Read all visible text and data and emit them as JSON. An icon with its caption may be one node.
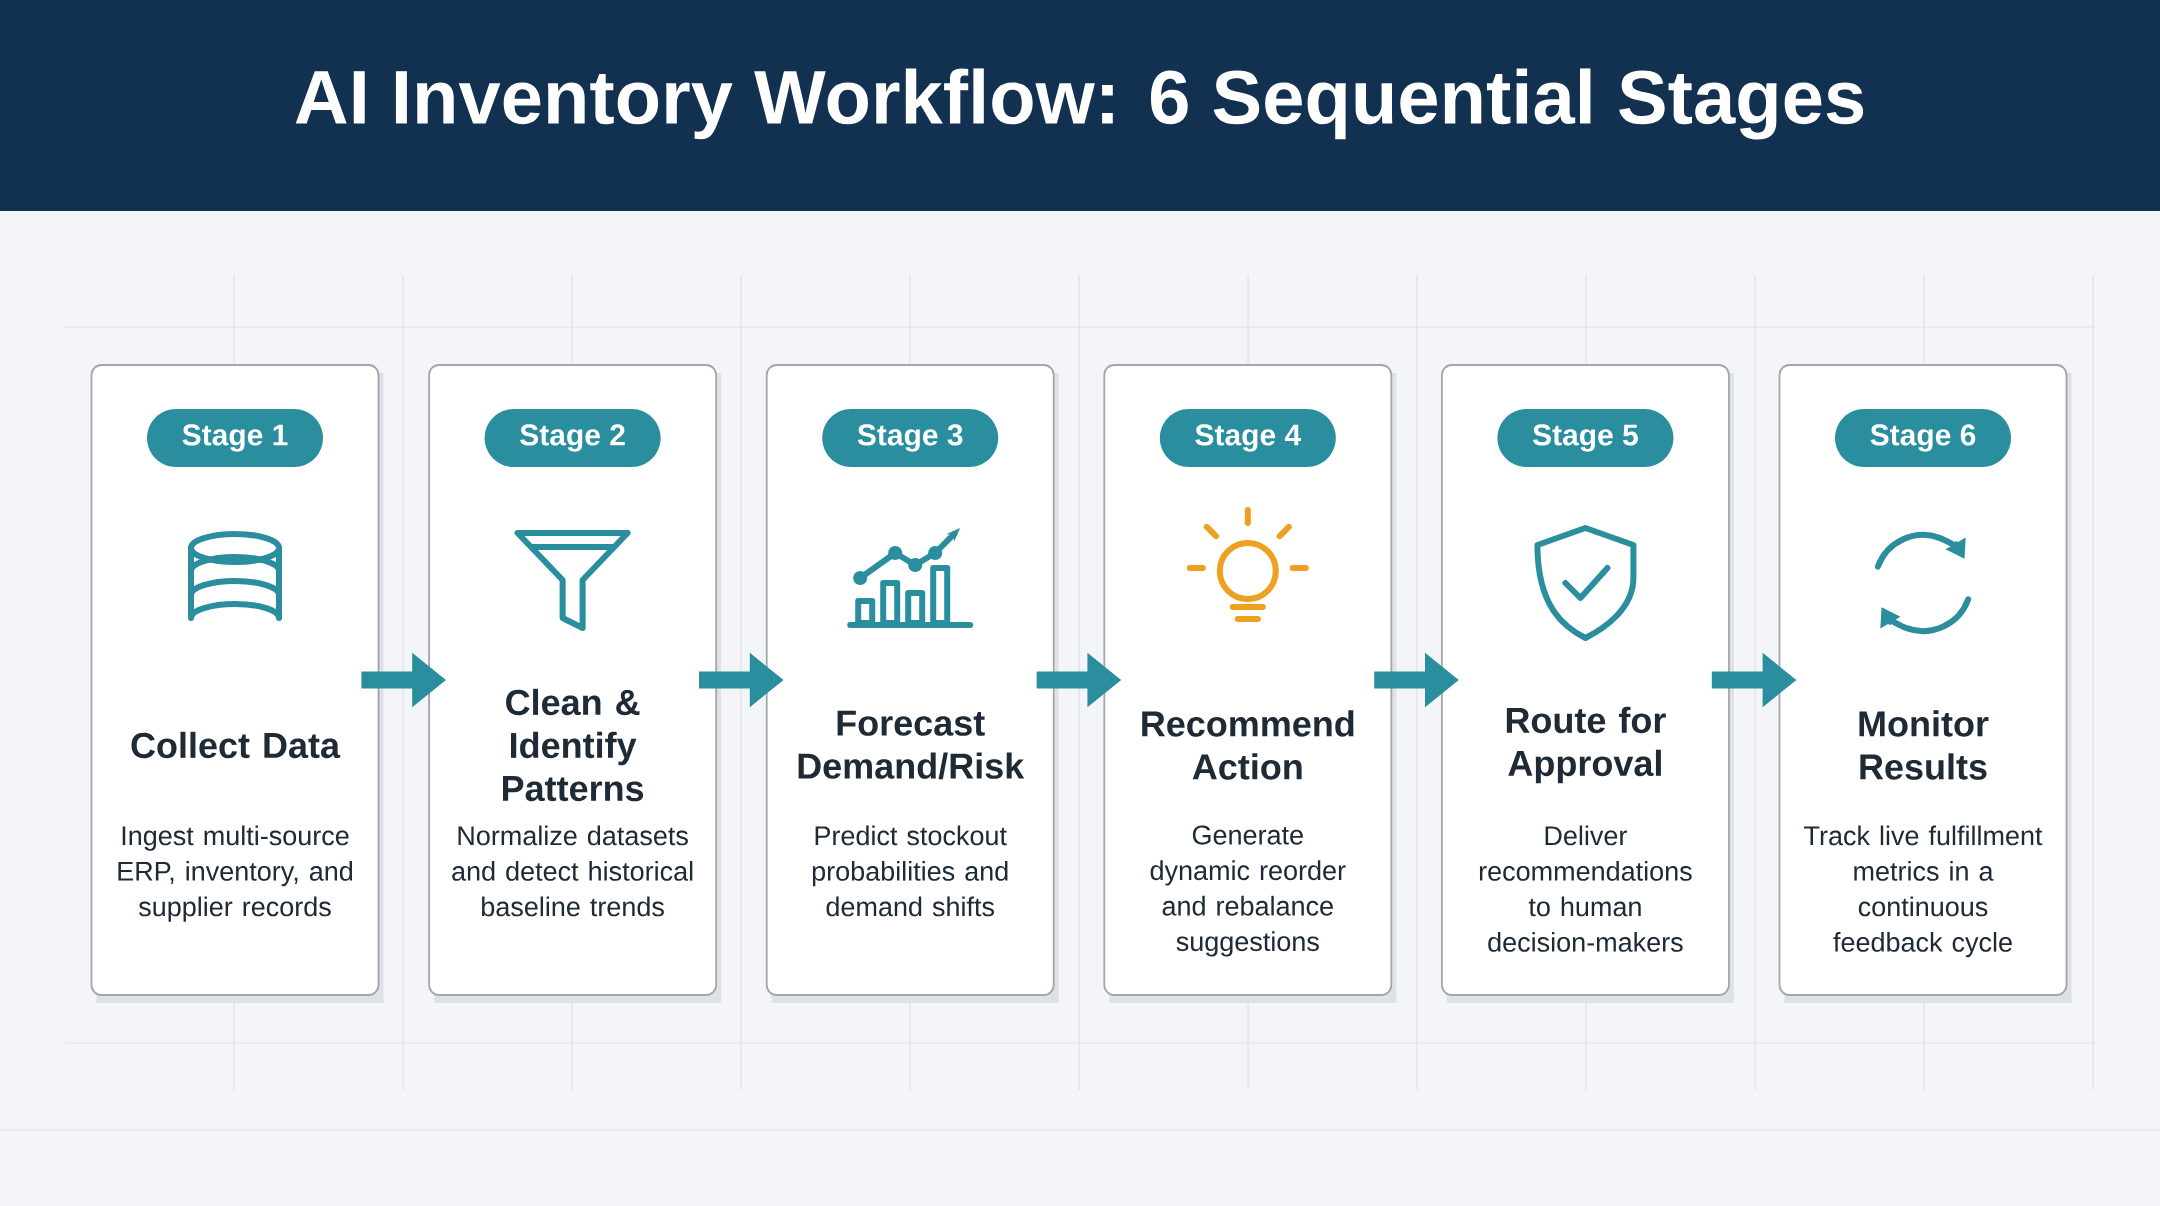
{
  "diagram": {
    "title": "AI Inventory Workflow: 6 Sequential Stages",
    "nodes": [
      {
        "text": [
          "Collect Data",
          "Ingest multi-source ERP, inventory, and supplier records"
        ]
      },
      {
        "text": [
          "Stage 1"
        ],
        "in": 0
      },
      {
        "text": [
          "Clean & Identify Patterns",
          "Normalize datasets and detect historical baseline trends"
        ]
      },
      {
        "text": [
          "Stage 2"
        ],
        "in": 2
      },
      {
        "text": [
          "Forecast Demand/Risk",
          "Predict stockout probabilities and demand shifts"
        ]
      },
      {
        "text": [
          "Stage 3"
        ],
        "in": 4
      },
      {
        "text": [
          "Recommend Action",
          "Generate dynamic reorder and rebalance suggestions"
        ]
      },
      {
        "text": [
          "Stage 4"
        ],
        "in": 6
      },
      {
        "text": [
          "Route for Approval",
          "Deliver recommendations to human decision-makers"
        ]
      },
      {
        "text": [
          "Stage 5"
        ],
        "in": 8
      },
      {
        "text": [
          "Monitor Results",
          "Track live fulfillment metrics in a continuous feedback cycle"
        ]
      },
      {
        "text": [
          "Stage 6"
        ],
        "in": 10
      }
    ],
    "edges": [
      {
        "from": 0,
        "to": 2,
        "arrow": "to"
      },
      {
        "from": 2,
        "to": 4,
        "arrow": "to"
      },
      {
        "from": 4,
        "to": 6,
        "arrow": "to"
      },
      {
        "from": 6,
        "to": 8,
        "arrow": "to"
      },
      {
        "from": 8,
        "to": 10,
        "arrow": "to"
      }
    ]
  }
}
